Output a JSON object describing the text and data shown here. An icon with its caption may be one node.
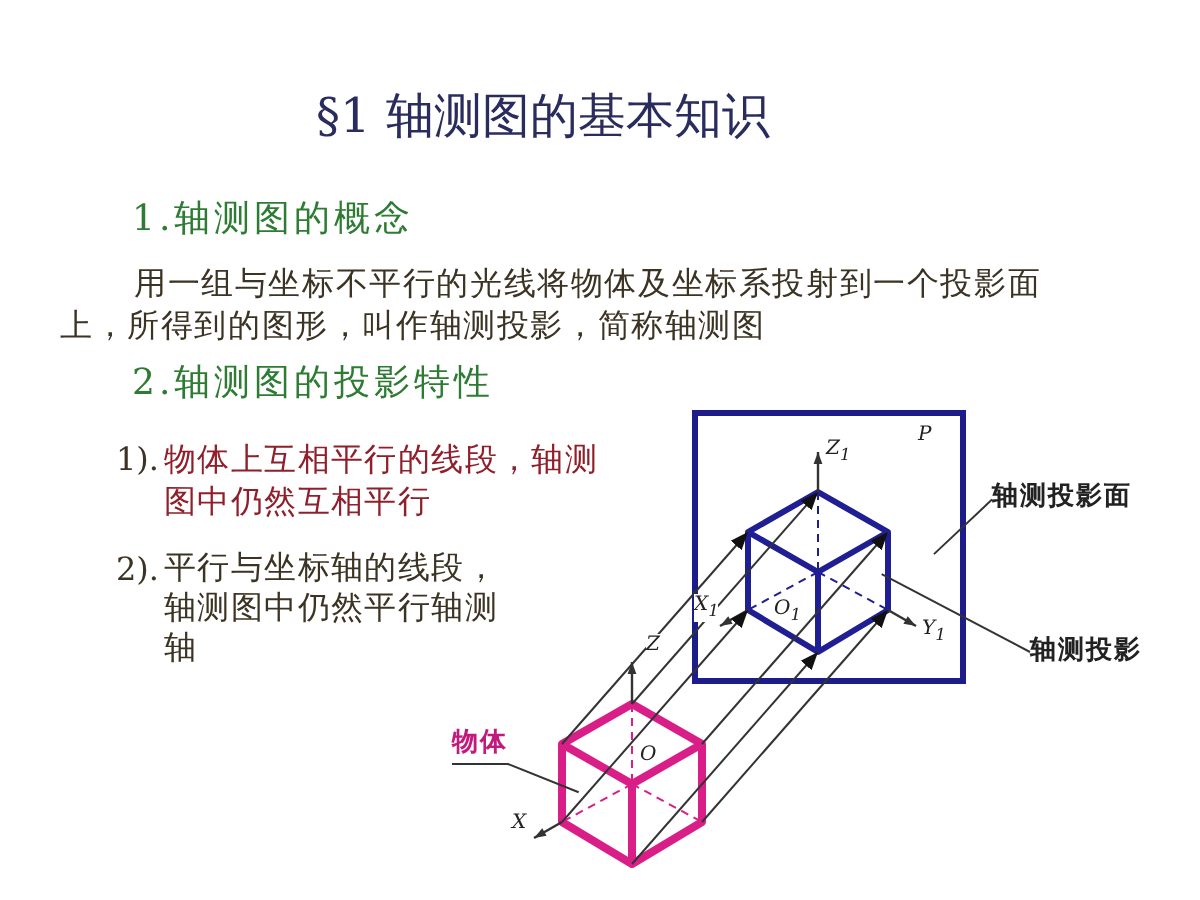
{
  "diagram": {
    "title": "§1 轴测图的基本知识",
    "nodes": [
      {
        "text": [],
        "shape": "box"
      },
      {
        "text": [],
        "shape": "cube",
        "in": 0
      },
      {
        "text": [
          "轴测投影面"
        ]
      },
      {
        "text": [
          "轴测投影"
        ]
      },
      {
        "text": [
          "物体"
        ]
      },
      {
        "text": [],
        "shape": "cube"
      }
    ],
    "edges": [
      {
        "from": 2,
        "to": 0,
        "arrow": "none"
      },
      {
        "from": 3,
        "to": 1,
        "arrow": "none"
      },
      {
        "from": 4,
        "to": 5,
        "arrow": "none"
      },
      {
        "from": 5,
        "to": 1,
        "arrow": "to"
      },
      {
        "from": 5,
        "to": 1,
        "arrow": "to"
      },
      {
        "from": 5,
        "to": 1,
        "arrow": "to"
      },
      {
        "from": 5,
        "to": 1,
        "arrow": "to"
      },
      {
        "from": 5,
        "to": 1,
        "arrow": "to"
      },
      {
        "from": 5,
        "to": 1,
        "arrow": "to"
      }
    ],
    "labels": [
      "1.轴测图的概念",
      "用一组与坐标不平行的光线将物体及坐标系投射到一个投影面上，所得到的图形，叫作轴测投影，简称轴测图",
      "2.轴测图的投影特性",
      "1).",
      "物体上互相平行的线段，轴测图中仍然互相平行",
      "2).",
      "平行与坐标轴的线段，轴测图中仍然平行轴测轴",
      "P",
      "Z$_{1}$",
      "X$_{1}$",
      "O$_{1}$",
      "Y$_{1}$",
      "Z",
      "O",
      "X"
    ]
  }
}
